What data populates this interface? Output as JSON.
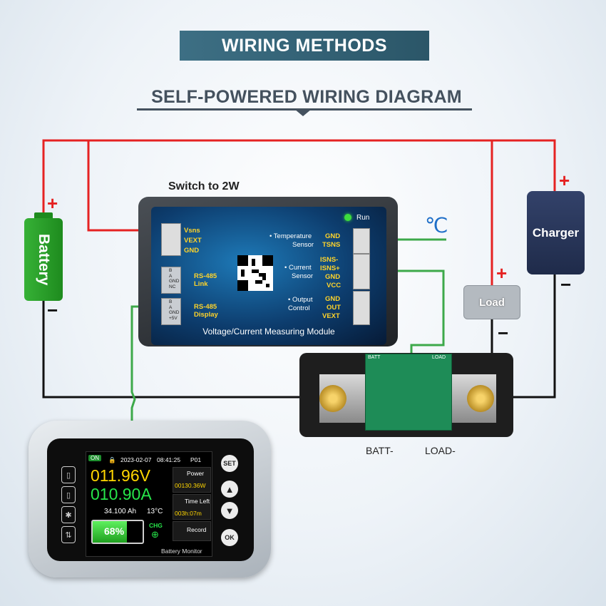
{
  "title": "WIRING METHODS",
  "subtitle": "SELF-POWERED WIRING DIAGRAM",
  "battery": {
    "label": "Battery",
    "plus": "+",
    "minus": "−"
  },
  "charger": {
    "label": "Charger",
    "plus": "+",
    "minus": "−"
  },
  "load": {
    "label": "Load",
    "plus": "+",
    "minus": "−"
  },
  "temperature_unit": "℃",
  "module": {
    "switch_label": "Switch to 2W",
    "run_label": "Run",
    "power_terminals": [
      "Vsns",
      "VEXT",
      "GND"
    ],
    "rs485_link": {
      "pins": [
        "B",
        "A",
        "GND",
        "NC"
      ],
      "label_line1": "RS-485",
      "label_line2": "Link"
    },
    "rs485_display": {
      "pins": [
        "B",
        "A",
        "GND",
        "+5V"
      ],
      "label_line1": "RS-485",
      "label_line2": "Display"
    },
    "temp_sensor": {
      "label_line1": "• Temperature",
      "label_line2": "Sensor",
      "pins": [
        "GND",
        "TSNS"
      ]
    },
    "current_sensor": {
      "label_line1": "• Current",
      "label_line2": "Sensor",
      "pins": [
        "ISNS-",
        "ISNS+",
        "GND",
        "VCC"
      ]
    },
    "output_control": {
      "label_line1": "• Output",
      "label_line2": "Control",
      "pins": [
        "GND",
        "OUT",
        "VEXT"
      ]
    },
    "footer": "Voltage/Current Measuring Module"
  },
  "shunt": {
    "batt_label": "BATT-",
    "load_label": "LOAD-",
    "pcb_left": "BATT",
    "pcb_right": "LOAD"
  },
  "monitor": {
    "on_badge": "ON",
    "date": "2023-02-07",
    "time": "08:41:25",
    "page": "P01",
    "voltage": "011.96V",
    "current": "010.90A",
    "capacity": "34.100 Ah",
    "temperature": "13°C",
    "soc": "68%",
    "chg": "CHG",
    "power_label": "Power",
    "power_value": "00130.36W",
    "time_left_label": "Time Left",
    "time_left_value": "003h:07m",
    "record_label": "Record",
    "footer": "Battery Monitor",
    "buttons": [
      "SET",
      "OK"
    ]
  },
  "colors": {
    "positive_wire": "#e52222",
    "negative_wire": "#111111",
    "signal_wire": "#3da94a",
    "banner": "#2f5e72"
  }
}
